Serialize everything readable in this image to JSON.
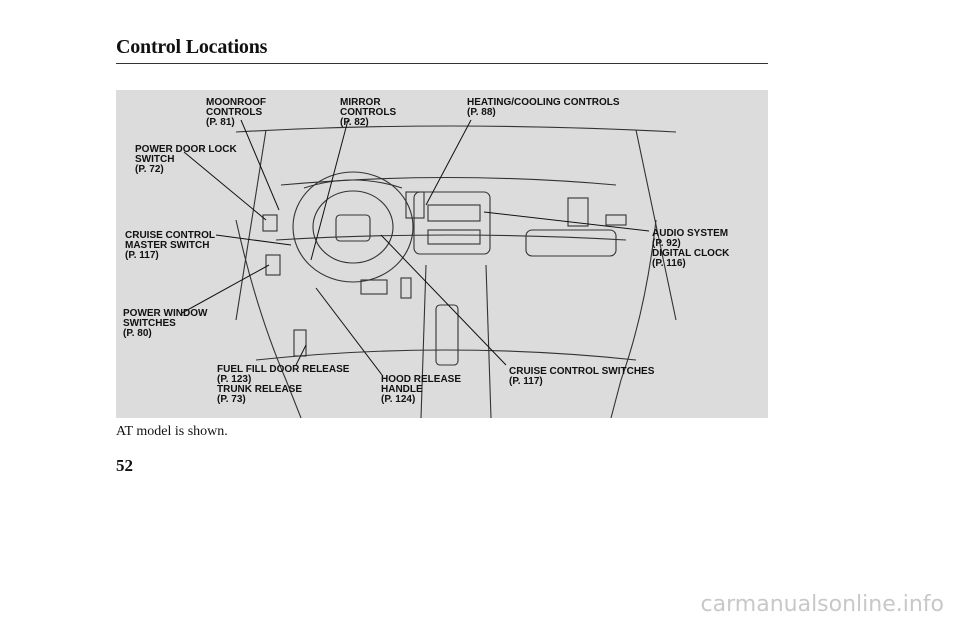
{
  "header": {
    "title": "Control Locations"
  },
  "callouts": {
    "moonroof": "MOONROOF\nCONTROLS\n(P. 81)",
    "mirror": "MIRROR\nCONTROLS\n(P. 82)",
    "heating": "HEATING/COOLING CONTROLS\n(P. 88)",
    "door_lock": "POWER DOOR LOCK\nSWITCH\n(P. 72)",
    "cruise_master": "CRUISE CONTROL\nMASTER SWITCH\n(P. 117)",
    "audio": "AUDIO SYSTEM\n(P. 92)\nDIGITAL CLOCK\n(P. 116)",
    "window": "POWER WINDOW\nSWITCHES\n(P. 80)",
    "fuel": "FUEL FILL DOOR RELEASE\n(P. 123)\nTRUNK RELEASE\n(P. 73)",
    "hood": "HOOD RELEASE\nHANDLE\n(P. 124)",
    "cruise_switches": "CRUISE CONTROL SWITCHES\n(P. 117)"
  },
  "caption": "AT model is shown.",
  "page_number": "52",
  "watermark": "carmanualsonline.info"
}
